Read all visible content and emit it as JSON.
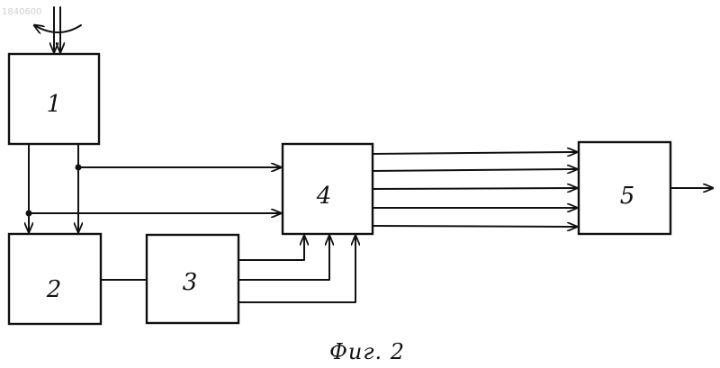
{
  "document": {
    "stamp": "1840600",
    "caption": "Фиг. 2"
  },
  "blocks": [
    {
      "id": "1",
      "label": "1"
    },
    {
      "id": "2",
      "label": "2"
    },
    {
      "id": "3",
      "label": "3"
    },
    {
      "id": "4",
      "label": "4"
    },
    {
      "id": "5",
      "label": "5"
    }
  ]
}
